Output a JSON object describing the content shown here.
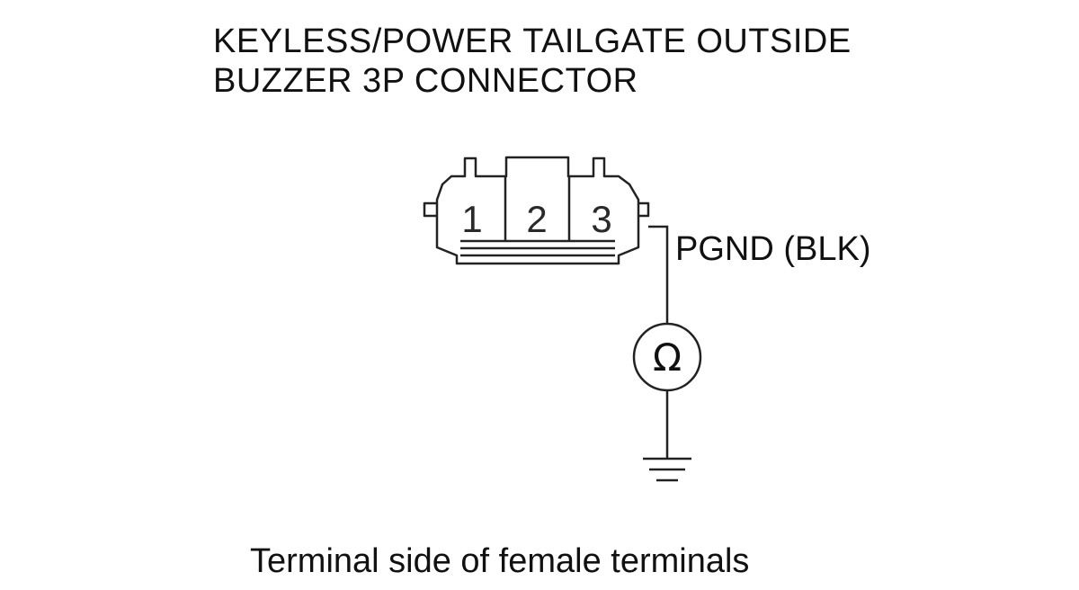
{
  "title": {
    "line1": "KEYLESS/POWER TAILGATE OUTSIDE",
    "line2": "BUZZER 3P CONNECTOR"
  },
  "connector": {
    "pins": [
      "1",
      "2",
      "3"
    ]
  },
  "wire": {
    "label": "PGND (BLK)"
  },
  "meter": {
    "symbol": "Ω"
  },
  "caption": "Terminal side of female terminals"
}
